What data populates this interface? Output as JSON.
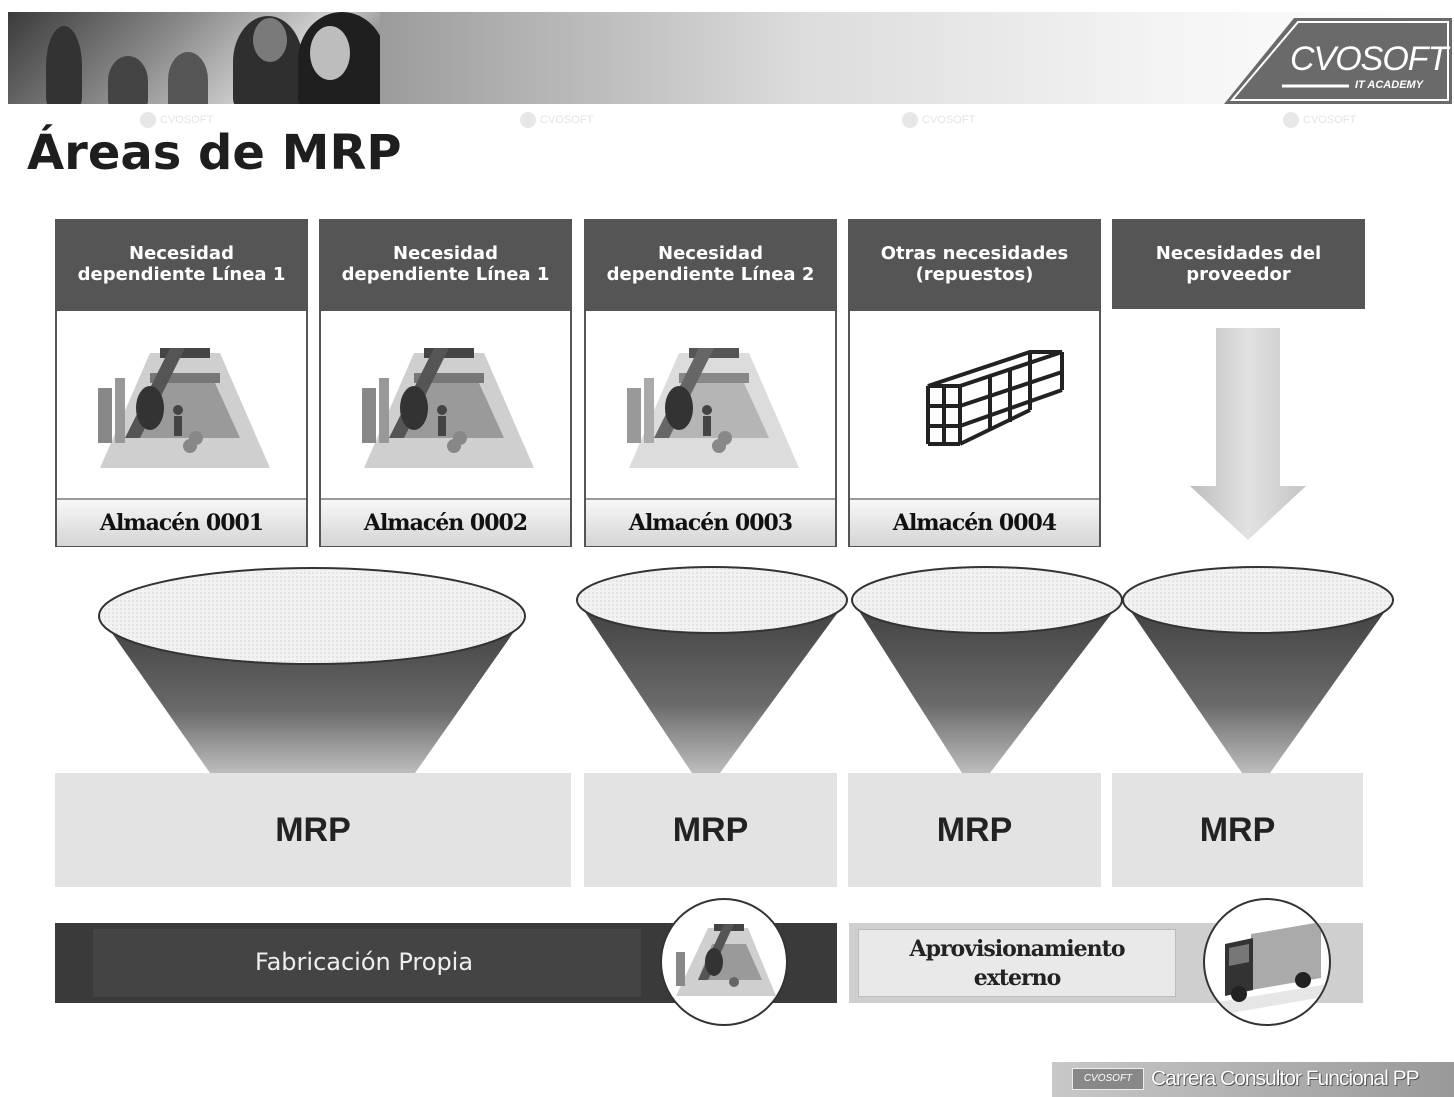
{
  "header": {
    "logo_text": "CVOSOFT",
    "logo_subtext": "IT ACADEMY"
  },
  "title": "Áreas de MRP",
  "watermark": "CVOSOFT",
  "columns": [
    {
      "heading": "Necesidad\ndependiente Línea 1",
      "almacen": "Almacén 0001",
      "icon": "warehouse-icon"
    },
    {
      "heading": "Necesidad\ndependiente Línea 1",
      "almacen": "Almacén 0002",
      "icon": "warehouse-icon"
    },
    {
      "heading": "Necesidad\ndependiente Línea 2",
      "almacen": "Almacén 0003",
      "icon": "warehouse-icon"
    },
    {
      "heading": "Otras necesidades\n(repuestos)",
      "almacen": "Almacén 0004",
      "icon": "shelving-icon"
    },
    {
      "heading": "Necesidades del\nproveedor",
      "icon": "arrow-down-icon"
    }
  ],
  "mrp_blocks": [
    "MRP",
    "MRP",
    "MRP",
    "MRP"
  ],
  "bottom": {
    "fabricacion": "Fabricación Propia",
    "aprovisionamiento": "Aprovisionamiento\nexterno",
    "fab_icon": "warehouse-icon",
    "ext_icon": "truck-icon"
  },
  "footer": {
    "logo": "CVOSOFT",
    "text": "Carrera Consultor Funcional PP"
  },
  "colors": {
    "header_dark": "#555555",
    "mrp_block": "#e3e3e3",
    "funnel": "#5a5a5a",
    "arrow": "#cccccc"
  }
}
